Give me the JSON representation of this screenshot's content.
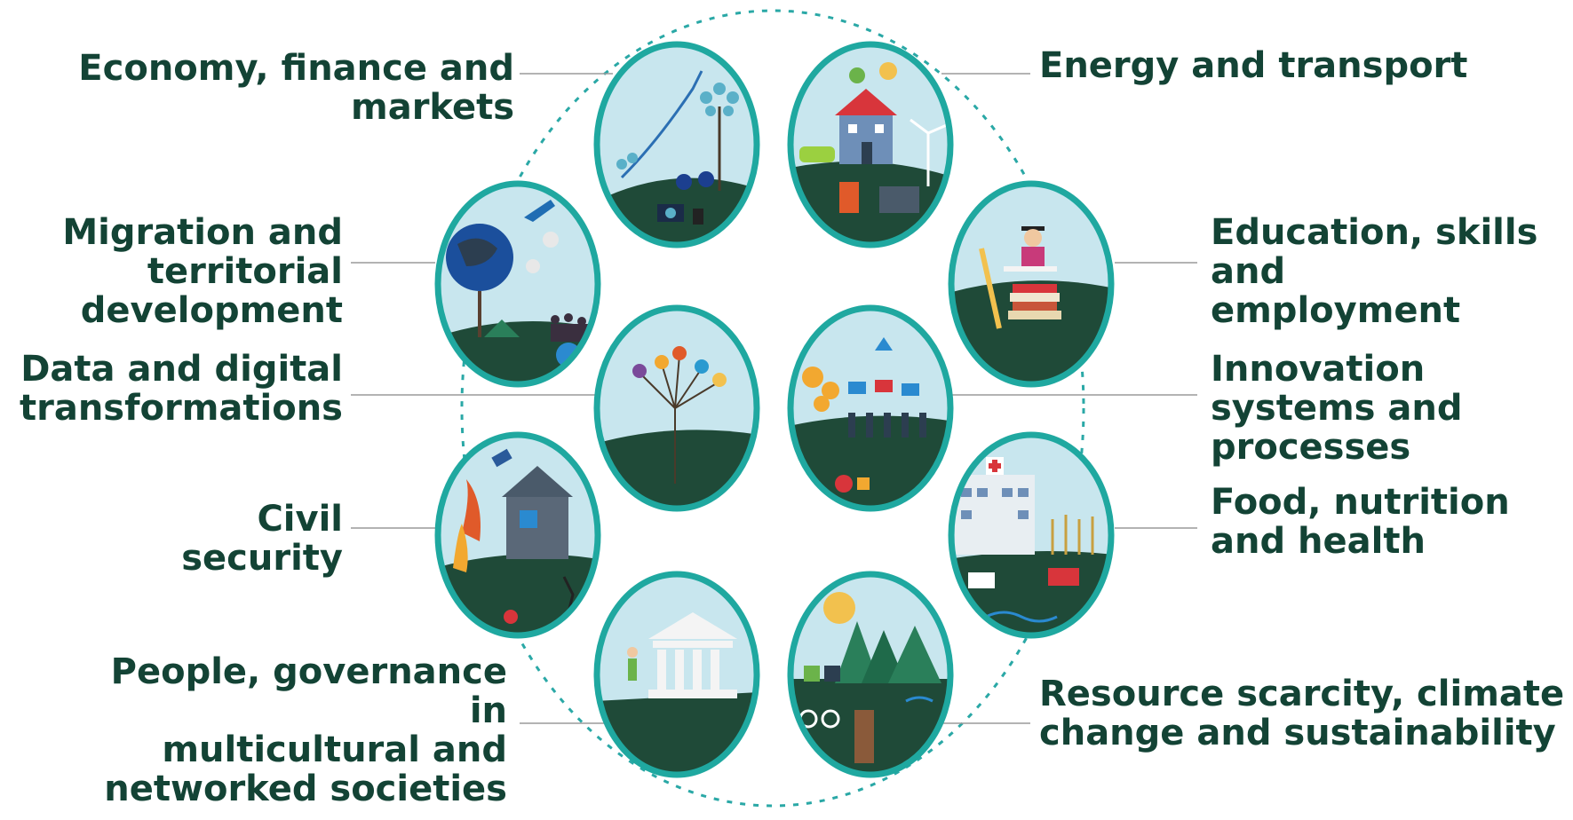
{
  "colors": {
    "text": "#134335",
    "ring": "#1fa8a0",
    "connector": "#9a9a9a",
    "dotted": "#2aa8a6",
    "sky": "#c8e6ee",
    "hill": "#1f4a38"
  },
  "topics": [
    {
      "id": "economy",
      "label": "Economy, finance and\nmarkets",
      "icon": "growth-tree-icon"
    },
    {
      "id": "energy",
      "label": "Energy and transport",
      "icon": "house-windmill-icon"
    },
    {
      "id": "migration",
      "label": "Migration and\nterritorial\ndevelopment",
      "icon": "globe-plane-icon"
    },
    {
      "id": "education",
      "label": "Education, skills\nand\nemployment",
      "icon": "graduate-books-icon"
    },
    {
      "id": "data",
      "label": "Data and digital\ntransformations",
      "icon": "network-tree-icon"
    },
    {
      "id": "innovation",
      "label": "Innovation\nsystems and\nprocesses",
      "icon": "gears-people-icon"
    },
    {
      "id": "civil",
      "label": "Civil\nsecurity",
      "icon": "damaged-house-icon"
    },
    {
      "id": "food",
      "label": "Food, nutrition\nand health",
      "icon": "hospital-farm-icon"
    },
    {
      "id": "people",
      "label": "People, governance\nin\nmulticultural and\nnetworked societies",
      "icon": "institution-icon"
    },
    {
      "id": "resource",
      "label": "Resource scarcity, climate\nchange and sustainability",
      "icon": "forest-sun-icon"
    }
  ]
}
